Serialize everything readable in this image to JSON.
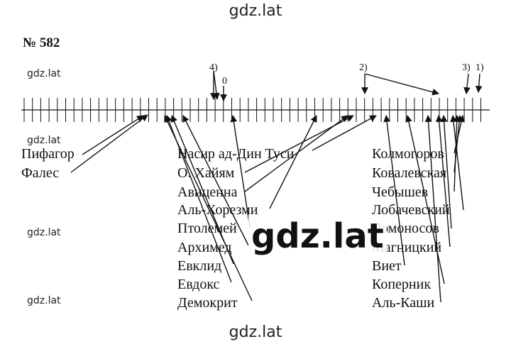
{
  "watermark": {
    "top": "gdz.lat",
    "bottom": "gdz.lat",
    "side": [
      "gdz.lat",
      "gdz.lat",
      "gdz.lat",
      "gdz.lat"
    ],
    "center": "gdz.lat"
  },
  "problem_number": "№ 582",
  "markers": [
    "4)",
    "0",
    "2)",
    "3)",
    "1)"
  ],
  "columns": {
    "left": [
      "Пифагор",
      "Фалес"
    ],
    "middle": [
      "Насир ад-Дин Туси",
      "О. Хайям",
      "Авиценна",
      "Аль-Хорезми",
      "Птолемей",
      "Архимед",
      "Евклид",
      "Евдокс",
      "Демокрит"
    ],
    "right": [
      "Колмогоров",
      "Ковалевская",
      "Чебышев",
      "Лобачевский",
      "Ломоносов",
      "Магницкий",
      "Виет",
      "Коперник",
      "Аль-Каши"
    ]
  }
}
